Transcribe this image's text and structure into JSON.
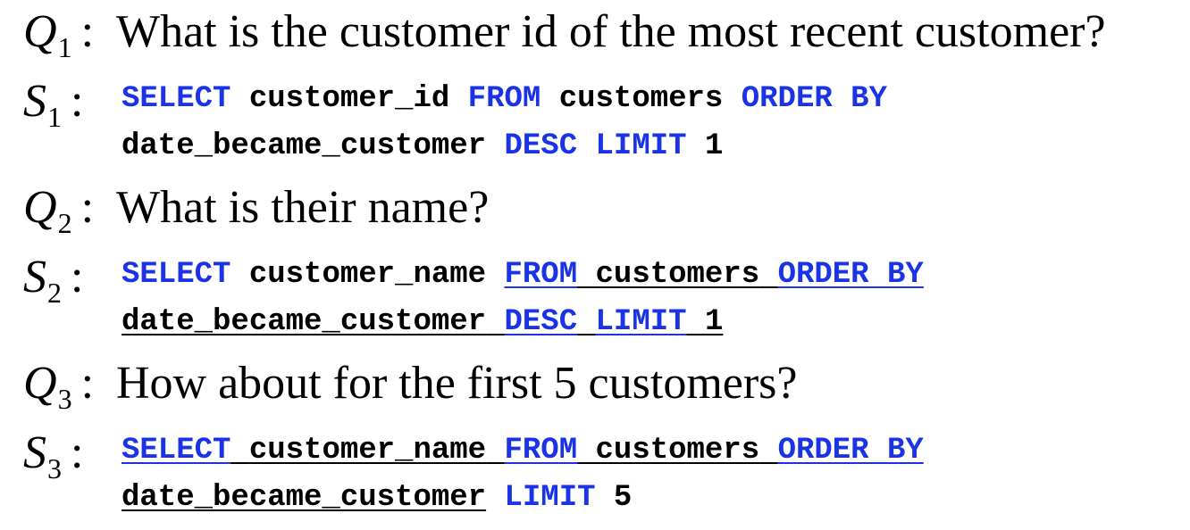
{
  "q1": {
    "var": "Q",
    "sub": "1",
    "colon": ":",
    "text": "What is the customer id of the most recent customer?"
  },
  "s1": {
    "var": "S",
    "sub": "1",
    "colon": ":",
    "line1": [
      {
        "t": "SELECT",
        "kw": true,
        "u": false
      },
      {
        "t": " ",
        "kw": false,
        "u": false
      },
      {
        "t": "customer_id",
        "kw": false,
        "u": false
      },
      {
        "t": " ",
        "kw": false,
        "u": false
      },
      {
        "t": "FROM",
        "kw": true,
        "u": false
      },
      {
        "t": " ",
        "kw": false,
        "u": false
      },
      {
        "t": "customers",
        "kw": false,
        "u": false
      },
      {
        "t": " ",
        "kw": false,
        "u": false
      },
      {
        "t": "ORDER BY",
        "kw": true,
        "u": false
      }
    ],
    "line2": [
      {
        "t": "date_became_customer",
        "kw": false,
        "u": false
      },
      {
        "t": " ",
        "kw": false,
        "u": false
      },
      {
        "t": "DESC",
        "kw": true,
        "u": false
      },
      {
        "t": " ",
        "kw": false,
        "u": false
      },
      {
        "t": "LIMIT",
        "kw": true,
        "u": false
      },
      {
        "t": " ",
        "kw": false,
        "u": false
      },
      {
        "t": "1",
        "kw": false,
        "u": false
      }
    ]
  },
  "q2": {
    "var": "Q",
    "sub": "2",
    "colon": ":",
    "text": "What is their name?"
  },
  "s2": {
    "var": "S",
    "sub": "2",
    "colon": ":",
    "line1": [
      {
        "t": "SELECT",
        "kw": true,
        "u": false
      },
      {
        "t": " ",
        "kw": false,
        "u": false
      },
      {
        "t": "customer_name",
        "kw": false,
        "u": false
      },
      {
        "t": " ",
        "kw": false,
        "u": false
      },
      {
        "t": "FROM",
        "kw": true,
        "u": true
      },
      {
        "t": " ",
        "kw": false,
        "u": true
      },
      {
        "t": "customers",
        "kw": false,
        "u": true
      },
      {
        "t": " ",
        "kw": false,
        "u": true
      },
      {
        "t": "ORDER BY",
        "kw": true,
        "u": true
      }
    ],
    "line2": [
      {
        "t": "date_became_customer",
        "kw": false,
        "u": true
      },
      {
        "t": " ",
        "kw": false,
        "u": true
      },
      {
        "t": "DESC",
        "kw": true,
        "u": true
      },
      {
        "t": " ",
        "kw": false,
        "u": true
      },
      {
        "t": "LIMIT",
        "kw": true,
        "u": true
      },
      {
        "t": " ",
        "kw": false,
        "u": true
      },
      {
        "t": "1",
        "kw": false,
        "u": true
      }
    ]
  },
  "q3": {
    "var": "Q",
    "sub": "3",
    "colon": ":",
    "text": "How about for the first 5 customers?"
  },
  "s3": {
    "var": "S",
    "sub": "3",
    "colon": ":",
    "line1": [
      {
        "t": "SELECT",
        "kw": true,
        "u": true
      },
      {
        "t": " ",
        "kw": false,
        "u": true
      },
      {
        "t": "customer_name",
        "kw": false,
        "u": true
      },
      {
        "t": " ",
        "kw": false,
        "u": true
      },
      {
        "t": "FROM",
        "kw": true,
        "u": true
      },
      {
        "t": " ",
        "kw": false,
        "u": true
      },
      {
        "t": "customers",
        "kw": false,
        "u": true
      },
      {
        "t": " ",
        "kw": false,
        "u": true
      },
      {
        "t": "ORDER BY",
        "kw": true,
        "u": true
      }
    ],
    "line2": [
      {
        "t": "date_became_customer",
        "kw": false,
        "u": true
      },
      {
        "t": " ",
        "kw": false,
        "u": false
      },
      {
        "t": "LIMIT",
        "kw": true,
        "u": false
      },
      {
        "t": " ",
        "kw": false,
        "u": false
      },
      {
        "t": "5",
        "kw": false,
        "u": false
      }
    ]
  },
  "colors": {
    "keyword": "#1a33e6",
    "text": "#000000"
  }
}
